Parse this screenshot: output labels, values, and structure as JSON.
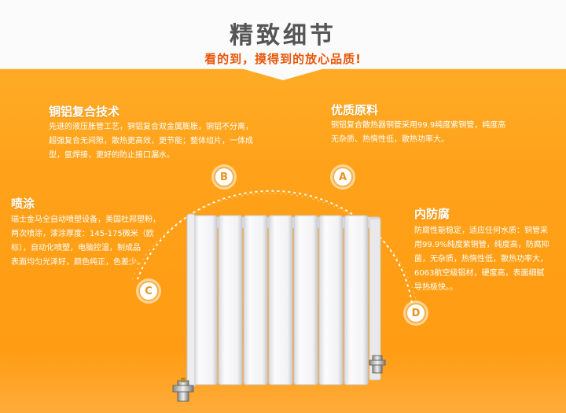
{
  "header": {
    "title": "精致细节",
    "subtitle": "看的到，摸得到的放心品质!"
  },
  "sections": {
    "b": {
      "marker": "B",
      "title": "铜铝复合技术",
      "lines": [
        "先进的液压胀管工艺，铜铝复合双金属膨胀，铜铝不分离，",
        "超强复合无间隙，散热更高效，更节能；整体组片，一体成",
        "型，氩焊接，更好的防止接口漏水。"
      ]
    },
    "a": {
      "marker": "A",
      "title": "优质原料",
      "lines": [
        "铜铝复合散热器铜管采用99.9纯度紫铜管，纯度高",
        "无杂质、热惰性低，散热功率大。"
      ]
    },
    "c": {
      "marker": "C",
      "title": "喷涂",
      "lines": [
        "瑞士金马全自动喷塑设备，美国杜邦塑粉，",
        "两次喷涂，漆涂厚度：145-175微米（欧",
        "标），自动化喷塑，电脑控温，制成品",
        "表面均匀光泽好，颜色纯正，色差少。"
      ]
    },
    "d": {
      "marker": "D",
      "title": "内防腐",
      "lines": [
        "防腐性能稳定，适应任何水质：铜管采",
        "用99.9%纯度紫铜管，纯度高，防腐抑",
        "菌，无杂质，热惰性低，散热功率大，",
        "6063航空级铝材，硬度高，表面细腻",
        "导热极快。。"
      ]
    }
  },
  "colors": {
    "background": "#ffa21a",
    "header_band": "#fbfbfb",
    "title_text": "#555555",
    "subtitle_text": "#e8560a",
    "body_text": "#ffffff"
  },
  "icons": {
    "product": "radiator-image",
    "markers": "circle-letter-badge"
  }
}
